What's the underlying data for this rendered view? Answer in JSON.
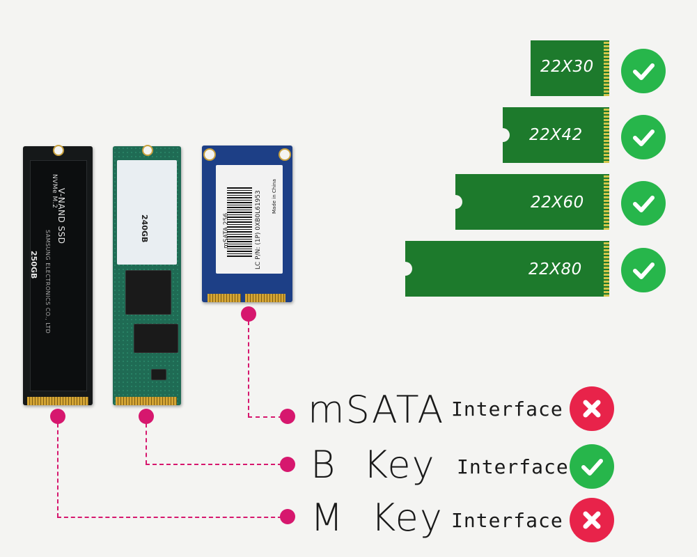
{
  "cards": {
    "nvme": {
      "brand": "V-NAND SSD",
      "model": "NVMe M.2",
      "maker": "SAMSUNG ELECTRONICS CO., LTD",
      "capacity": "250GB"
    },
    "bkey": {
      "capacity": "240GB"
    },
    "msata": {
      "title": "mSATA 256",
      "pn": "LC P/N: (1P) 0XB0L61953",
      "origin": "Made in China"
    }
  },
  "sizes": [
    {
      "label": "22X30",
      "status": "supported"
    },
    {
      "label": "22X42",
      "status": "supported"
    },
    {
      "label": "22X60",
      "status": "supported"
    },
    {
      "label": "22X80",
      "status": "supported"
    }
  ],
  "interfaces": [
    {
      "name": "mSATA",
      "suffix": "Interface",
      "status": "not-supported"
    },
    {
      "name": "B  Key",
      "suffix": "Interface",
      "status": "supported"
    },
    {
      "name": "M  Key",
      "suffix": "Interface",
      "status": "not-supported"
    }
  ],
  "colors": {
    "check": "#27b64b",
    "cross": "#e8234a",
    "connector": "#d6176e",
    "stick": "#1d7a2c"
  },
  "icons": {
    "check": "check-circle-icon",
    "cross": "cross-circle-icon"
  }
}
